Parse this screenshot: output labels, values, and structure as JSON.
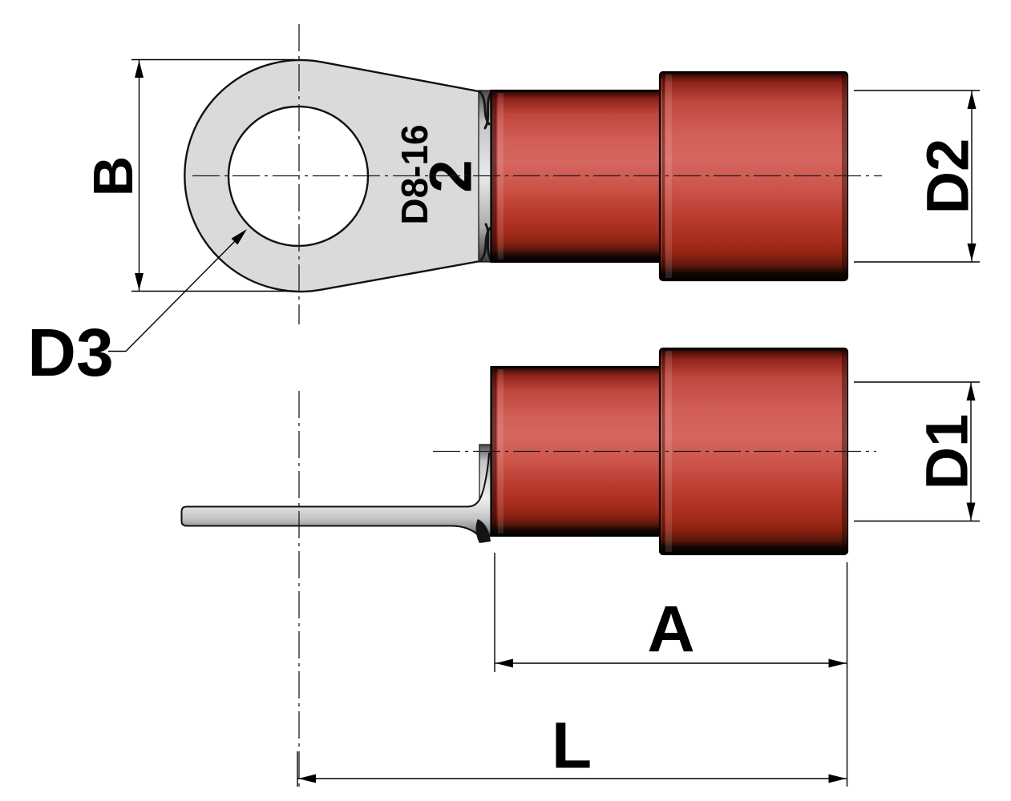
{
  "drawing": {
    "dimension_labels": {
      "ring_width": "B",
      "hole_diameter": "D3",
      "sleeve_outer_diameter": "D2",
      "entry_inner_diameter": "D1",
      "barrel_length": "A",
      "overall_length": "L"
    },
    "part_marking": {
      "line1": "D8-16",
      "line2": "2"
    },
    "colors": {
      "insulation_red": "#c4473d",
      "metal_gray": "#d9dadb",
      "outline_black": "#000000",
      "background": "#ffffff"
    }
  }
}
